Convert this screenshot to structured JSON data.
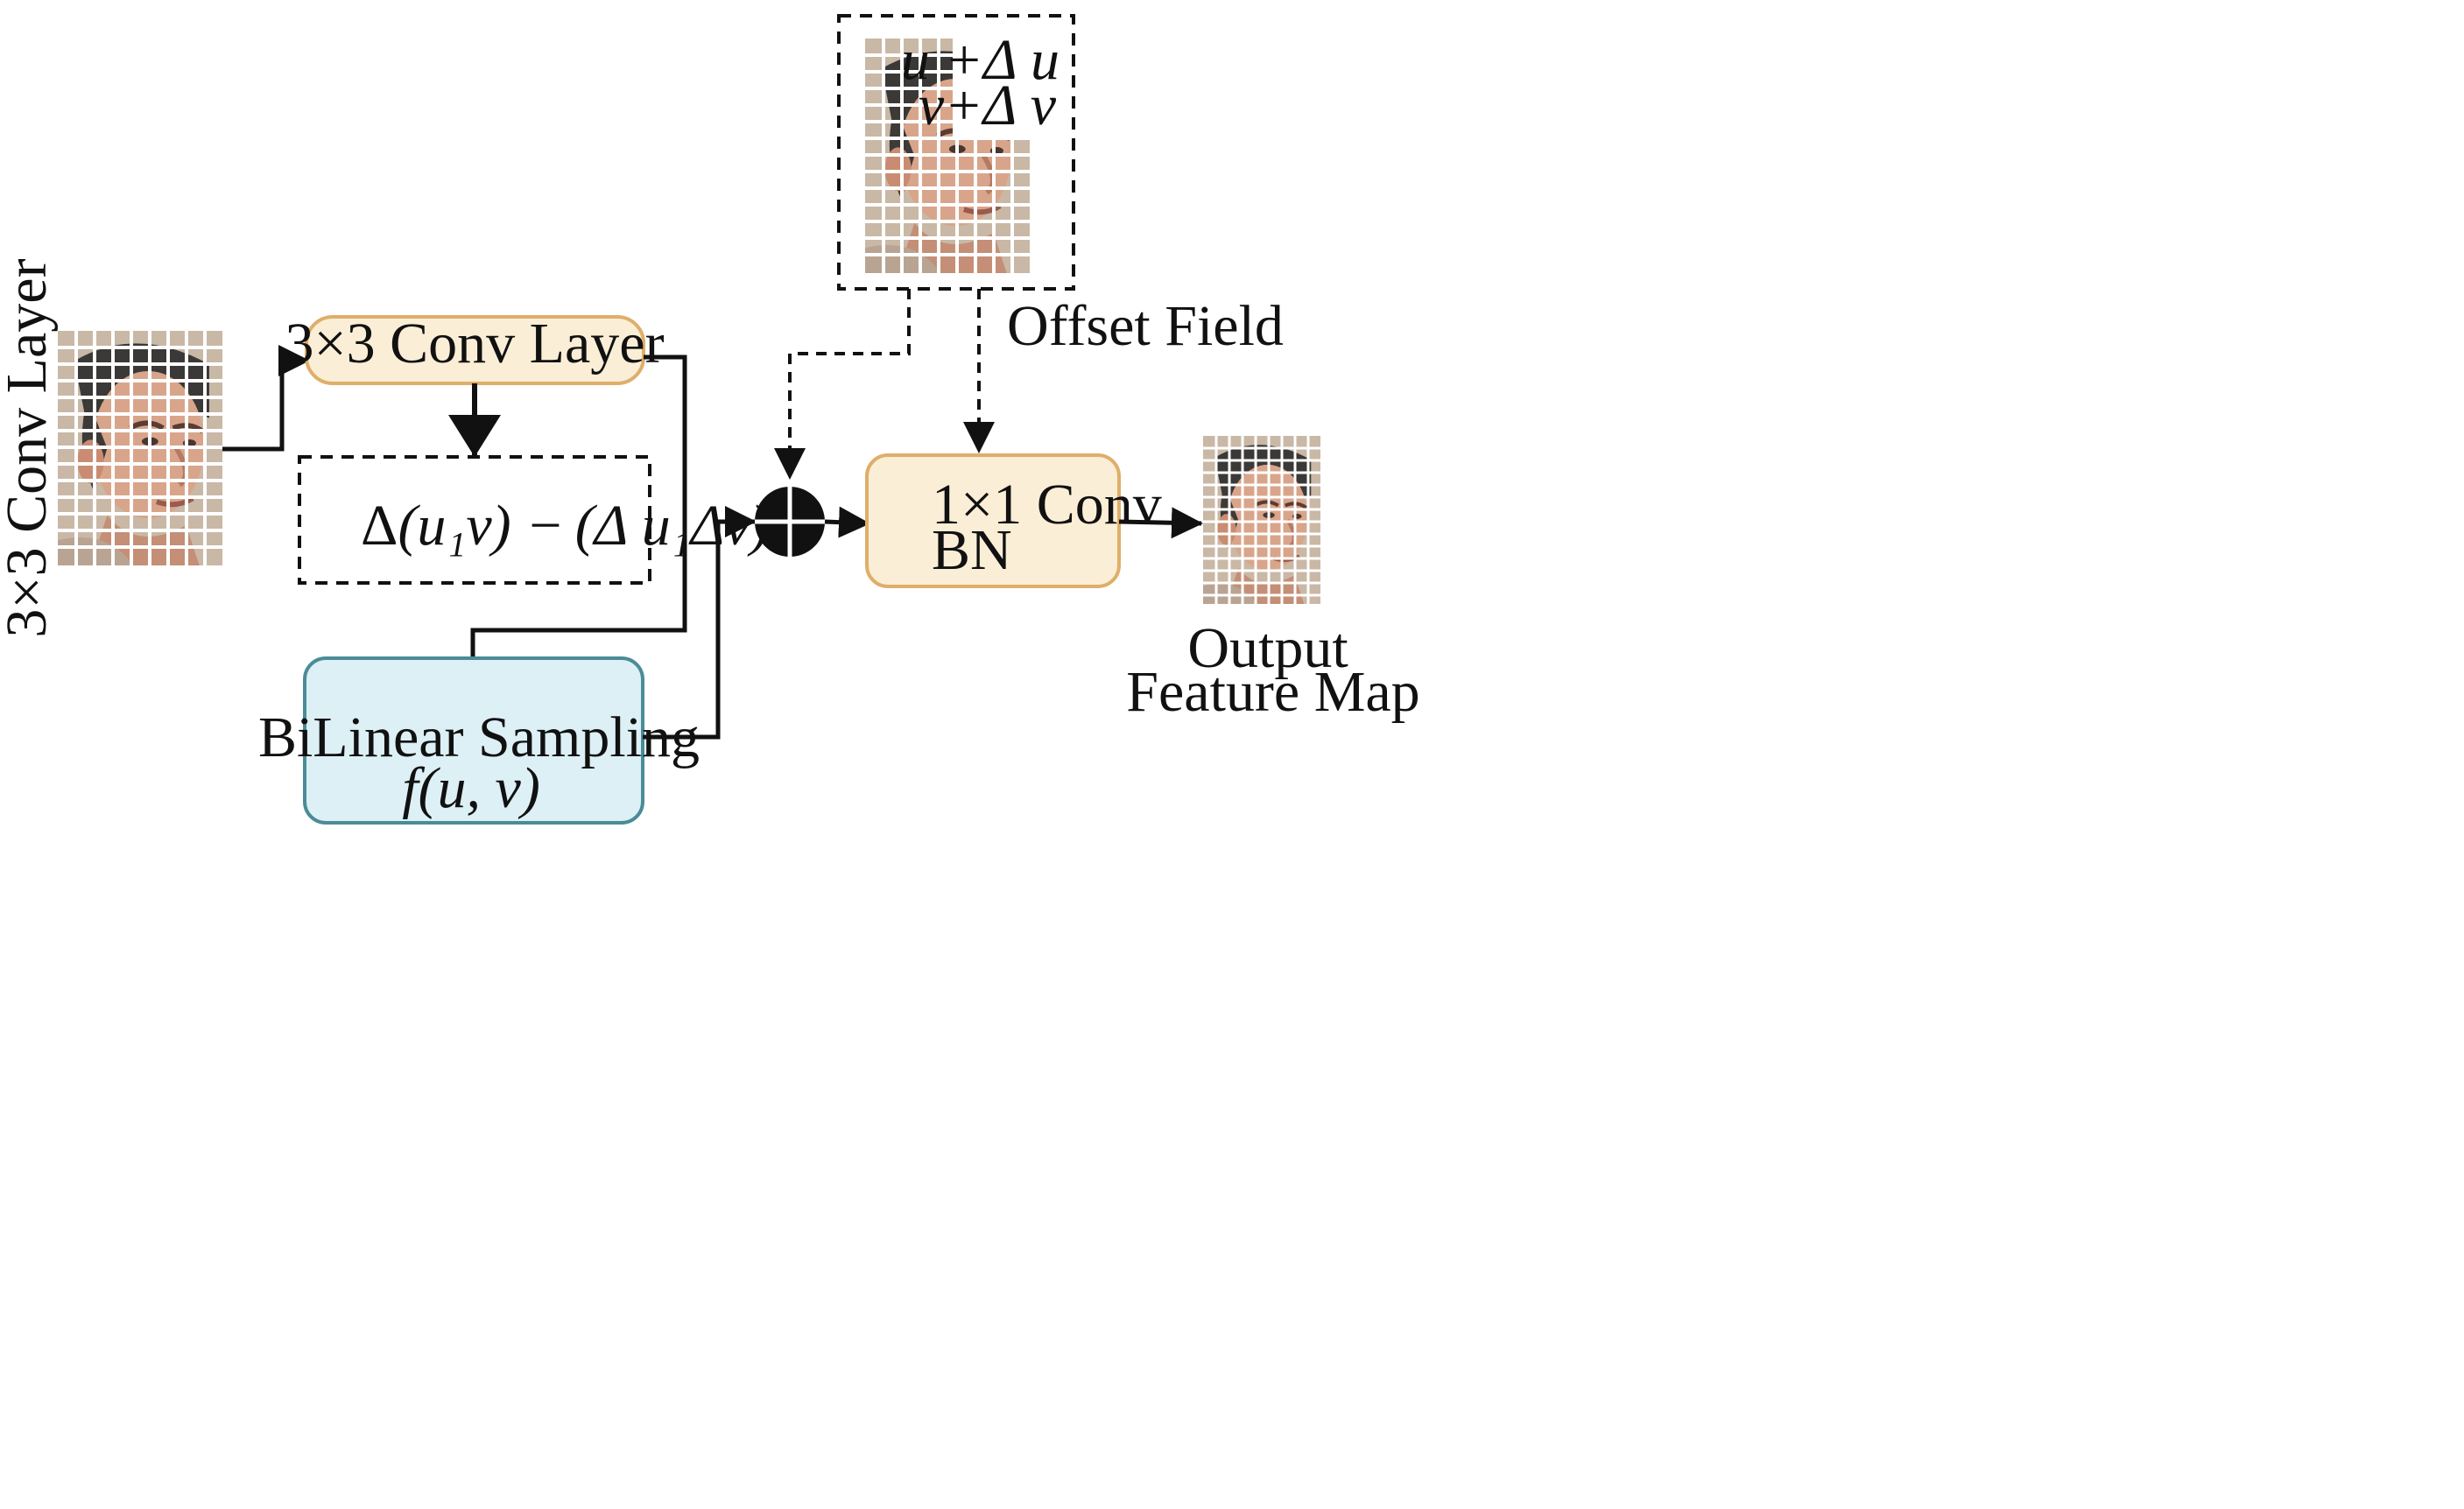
{
  "input_label": "3×3 Conv Layer",
  "conv_layer_box": {
    "label": "3×3 Conv Layer"
  },
  "offset_formula_box": {
    "delta": "Δ",
    "part1": "(u₁v) −",
    "part2": "(Δ u₁Δv)"
  },
  "bilinear_box": {
    "title": "BiLinear Sampling",
    "func": "f(u, v)"
  },
  "offset_field": {
    "label": "Offset Field",
    "line1": "u +Δ u",
    "line2": "v+Δ v"
  },
  "conv1x1_box": {
    "line1": "1×1 Conv",
    "line2": "BN"
  },
  "output": {
    "line1": "Output",
    "line2": "Feature Map"
  },
  "colors": {
    "conv_fill": "#fbeed6",
    "conv_stroke": "#dfae6a",
    "bilinear_fill": "#dcf0f5",
    "bilinear_stroke": "#4a8c97",
    "grid_line": "#ffffff",
    "line": "#111111"
  },
  "icons": {
    "input_image": "face-grid-image",
    "offset_image": "face-grid-image",
    "output_image": "face-grid-image",
    "sum_node": "circle-plus-icon"
  }
}
